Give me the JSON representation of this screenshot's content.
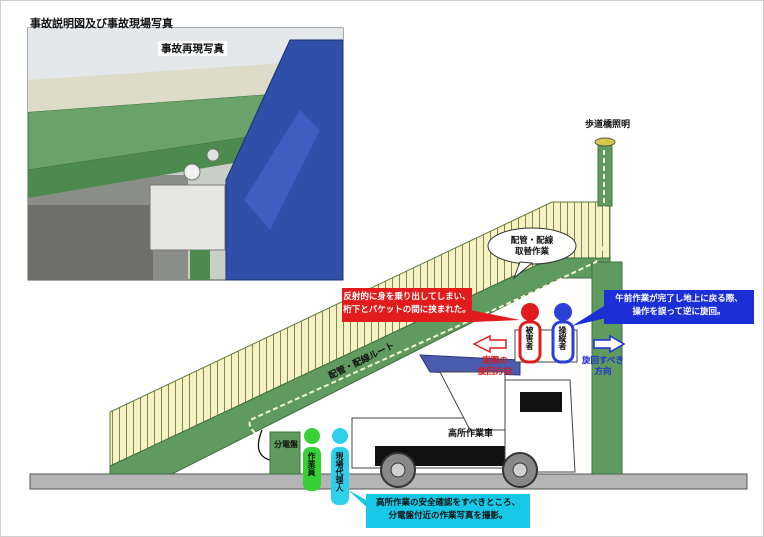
{
  "title": "事故説明図及び事故現場写真",
  "photo": {
    "label": "事故再現写真"
  },
  "labels": {
    "lamp": "歩道橋照明",
    "route": "配管・配線ルート",
    "work_bubble": "配管・配線\n取替作業",
    "truck": "高所作業車",
    "panel": "分電盤",
    "actual_rotation": "実際の\n旋回方向",
    "intended_rotation": "旋回すべき\n方向"
  },
  "people": {
    "victim": "被害者",
    "operator": "操縦者",
    "worker": "作業員",
    "site_agent": "現場代理人"
  },
  "callouts": {
    "red": "反射的に身を乗り出してしまい、\n桁下とバケットの間に挟まれた。",
    "blue": "午前作業が完了し地上に戻る際、\n操作を誤って逆に旋回。",
    "cyan": "高所作業の安全確認をすべきところ、\n分電盤付近の作業写真を撮影。"
  },
  "colors": {
    "bridge_green": "#5f9a5f",
    "railing_fill": "#f6f2c4",
    "callout_red": "#e21c1c",
    "callout_blue": "#1c2fd6",
    "callout_cyan": "#17c7e6",
    "arm_blue": "#4b5caf",
    "person_red": "#e01c1c",
    "person_blue": "#2b3fd9",
    "person_green": "#35d135",
    "person_cyan": "#2fd0ea"
  }
}
